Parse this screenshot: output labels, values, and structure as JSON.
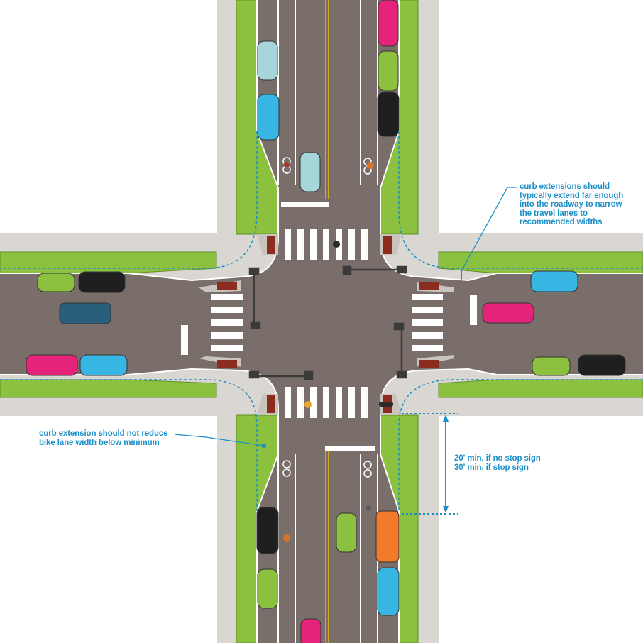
{
  "annotations": {
    "curb_top": [
      "curb extensions should",
      "typically extend far enough",
      "into the roadway to narrow",
      "the travel lanes to",
      "recommended widths"
    ],
    "curb_left": [
      "curb extension should not reduce",
      "bike lane width below minimum"
    ],
    "distance": [
      "20' min. if no stop sign",
      "30' min. if stop sign"
    ]
  },
  "colors": {
    "road": "#7a6e6b",
    "sidewalk": "#dad6d2",
    "planting": "#8cc13f",
    "lane_line": "#ffffff",
    "center_line": "#f2b316",
    "annotation": "#1a8fc8",
    "ramp_red": "#8b2c1f"
  },
  "vehicles": [
    {
      "name": "car-north-1",
      "color": "#e6237a"
    },
    {
      "name": "car-north-2",
      "color": "#8cc13f"
    },
    {
      "name": "car-north-3",
      "color": "#1f1f1f"
    },
    {
      "name": "car-north-4",
      "color": "#a7d6da"
    },
    {
      "name": "car-north-5",
      "color": "#37b5e3"
    },
    {
      "name": "car-north-6",
      "color": "#a7d6da"
    },
    {
      "name": "car-west-1",
      "color": "#8cc13f"
    },
    {
      "name": "car-west-2",
      "color": "#1f1f1f"
    },
    {
      "name": "car-west-3",
      "color": "#2a5f7b"
    },
    {
      "name": "car-west-4",
      "color": "#e6237a"
    },
    {
      "name": "car-west-5",
      "color": "#37b5e3"
    },
    {
      "name": "car-east-1",
      "color": "#37b5e3"
    },
    {
      "name": "car-east-2",
      "color": "#e6237a"
    },
    {
      "name": "car-east-3",
      "color": "#8cc13f"
    },
    {
      "name": "car-east-4",
      "color": "#1f1f1f"
    },
    {
      "name": "car-south-1",
      "color": "#1f1f1f"
    },
    {
      "name": "car-south-2",
      "color": "#8cc13f"
    },
    {
      "name": "car-south-3",
      "color": "#f27a2b"
    },
    {
      "name": "car-south-4",
      "color": "#8cc13f"
    },
    {
      "name": "car-south-5",
      "color": "#37b5e3"
    },
    {
      "name": "car-south-6",
      "color": "#e6237a"
    }
  ]
}
